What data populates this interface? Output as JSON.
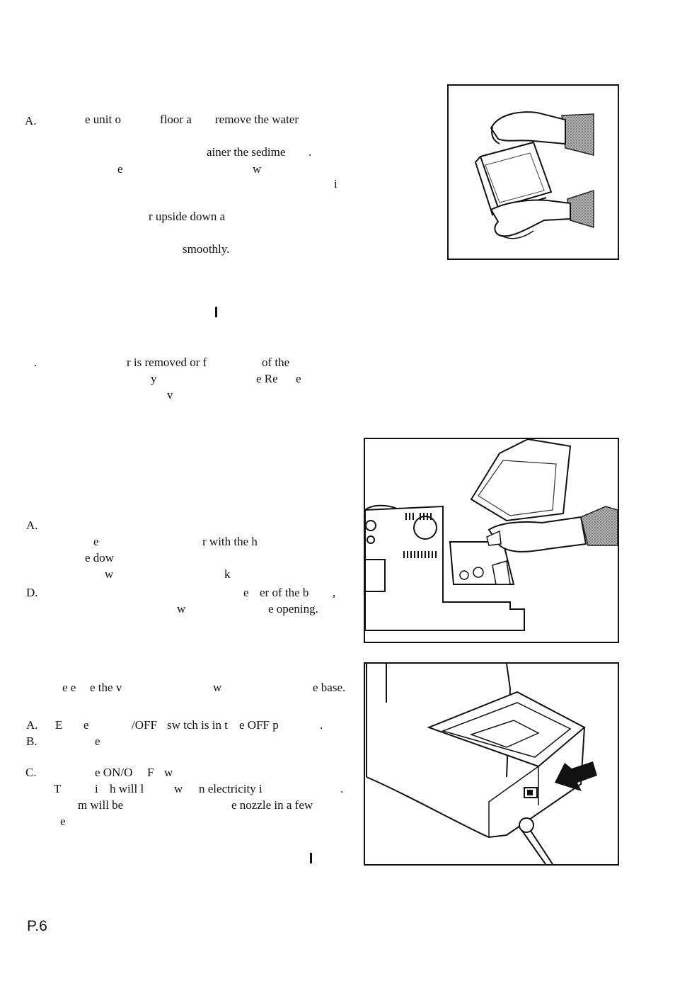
{
  "section1": {
    "fragments": [
      "A.",
      "e unit o",
      "floor a",
      "remove the water",
      "ainer the sedime",
      ".",
      "e",
      "w",
      "i",
      "r upside down a",
      "smoothly."
    ]
  },
  "section2": {
    "fragments": [
      ".",
      "r is removed or f",
      "of the",
      "y",
      "e Re",
      "e",
      "v"
    ]
  },
  "section3": {
    "fragments": [
      "A.",
      "e",
      "r with the h",
      "e dow",
      "w",
      "k",
      "D.",
      "e",
      "er of the b",
      ",",
      "w",
      "e opening."
    ]
  },
  "section4": {
    "fragments": [
      "e e",
      "e the v",
      "w",
      "e base.",
      "A.",
      "E",
      "e",
      "/OFF",
      "sw tch is in t",
      "e OFF p",
      ".",
      "B.",
      "e",
      "C.",
      "e ON/O",
      "F",
      "w",
      "T",
      "i",
      "h will l",
      "w",
      "n electricity i",
      ".",
      "m will be",
      "e nozzle in a few",
      "e"
    ]
  },
  "page_number": "P.6",
  "icons": {
    "figure1": "water-tank-held-in-hands-illustration",
    "figure2": "water-tank-removal-from-unit-illustration",
    "figure3": "base-with-switch-and-arrow-illustration"
  }
}
